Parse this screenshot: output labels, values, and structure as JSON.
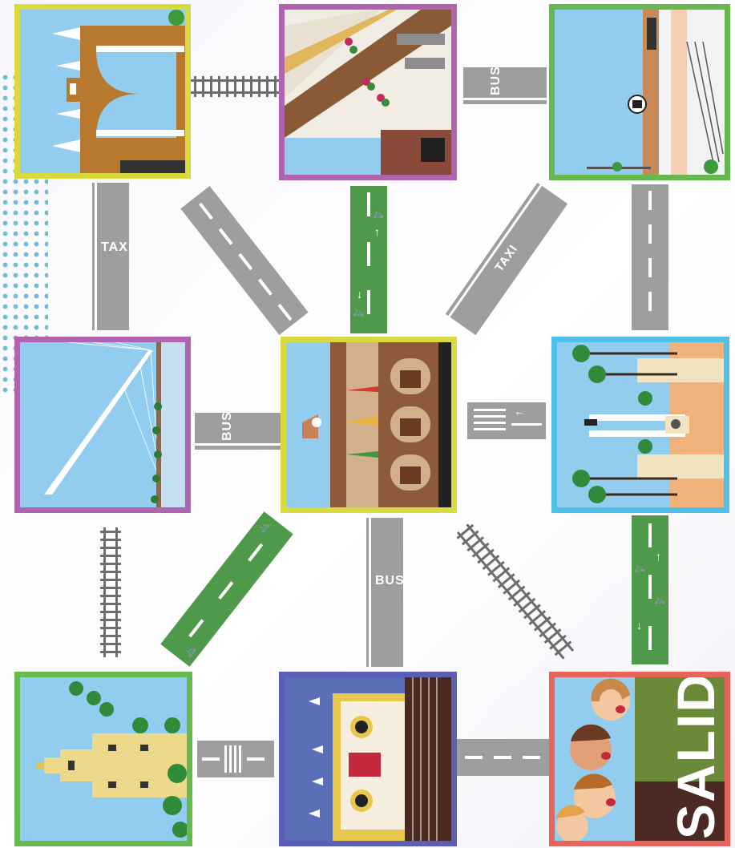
{
  "board": {
    "label_taxi": "TAXI",
    "label_bus": "BUS",
    "exit_label": "SALIDA",
    "bike_symbol": "🚲",
    "arrow_up": "↑",
    "arrow_down": "↓",
    "arrow_left": "←"
  },
  "tiles": [
    {
      "name": "tile-torre-tower-gate",
      "border": "#d9d940",
      "row": 1,
      "col": 1
    },
    {
      "name": "tile-narrow-street",
      "border": "#b064b0",
      "row": 1,
      "col": 2
    },
    {
      "name": "tile-station-building",
      "border": "#66b94f",
      "row": 1,
      "col": 3
    },
    {
      "name": "tile-bridge",
      "border": "#b064b0",
      "row": 2,
      "col": 1
    },
    {
      "name": "tile-town-hall",
      "border": "#d9d940",
      "row": 2,
      "col": 2
    },
    {
      "name": "tile-park-monument",
      "border": "#4fc0e8",
      "row": 2,
      "col": 3
    },
    {
      "name": "tile-torre-del-oro",
      "border": "#66b94f",
      "row": 3,
      "col": 1
    },
    {
      "name": "tile-palace-facade",
      "border": "#5b5db6",
      "row": 3,
      "col": 2
    },
    {
      "name": "tile-salida-family",
      "border": "#e8635a",
      "row": 3,
      "col": 3
    }
  ],
  "colors": {
    "sky": "#92ccef",
    "road_gray": "#9e9e9e",
    "bike_green": "#4f9a4a",
    "rail": "#6d6d6d"
  }
}
